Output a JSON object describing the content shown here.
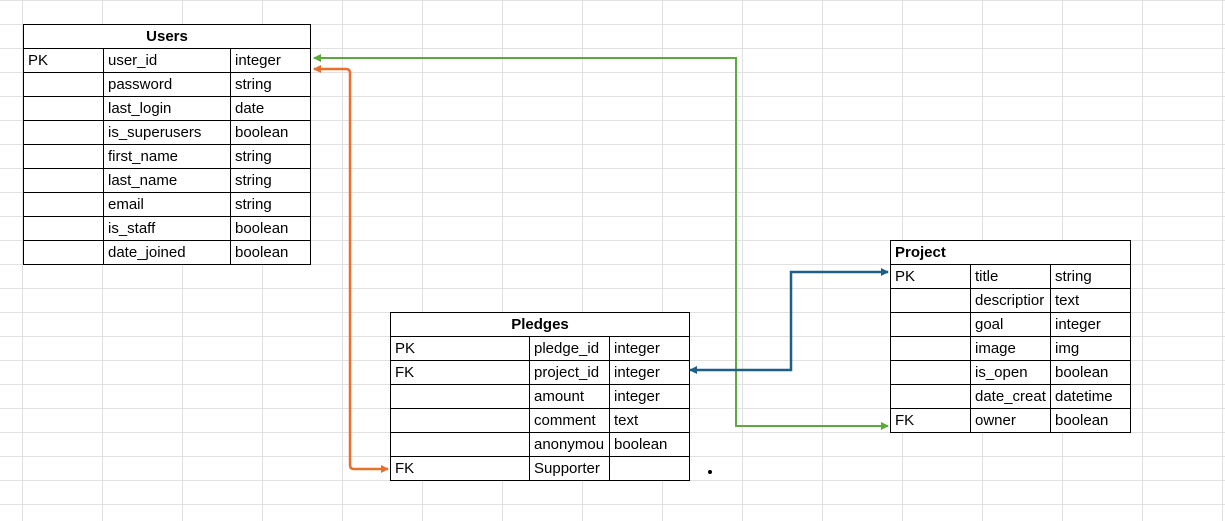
{
  "colors": {
    "grid": "#e1e1e1",
    "users_link": "#5aab3b",
    "supporter_link": "#e8702f",
    "project_link": "#1f5f86"
  },
  "users": {
    "title": "Users",
    "rows": [
      {
        "key": "PK",
        "field": "user_id",
        "type": "integer"
      },
      {
        "key": "",
        "field": "password",
        "type": "string"
      },
      {
        "key": "",
        "field": "last_login",
        "type": "date"
      },
      {
        "key": "",
        "field": "is_superusers",
        "type": "boolean"
      },
      {
        "key": "",
        "field": "first_name",
        "type": "string"
      },
      {
        "key": "",
        "field": "last_name",
        "type": "string"
      },
      {
        "key": "",
        "field": "email",
        "type": "string"
      },
      {
        "key": "",
        "field": "is_staff",
        "type": "boolean"
      },
      {
        "key": "",
        "field": "date_joined",
        "type": "boolean"
      }
    ]
  },
  "pledges": {
    "title": "Pledges",
    "rows": [
      {
        "key": "PK",
        "field": "pledge_id",
        "type": "integer"
      },
      {
        "key": "FK",
        "field": "project_id",
        "type": "integer"
      },
      {
        "key": "",
        "field": "amount",
        "type": "integer"
      },
      {
        "key": "",
        "field": "comment",
        "type": "text"
      },
      {
        "key": "",
        "field": "anonymou",
        "type": "boolean"
      },
      {
        "key": "FK",
        "field": "Supporter",
        "type": ""
      }
    ]
  },
  "project": {
    "title": "Project",
    "rows": [
      {
        "key": "PK",
        "field": "title",
        "type": "string"
      },
      {
        "key": "",
        "field": "descriptior",
        "type": "text"
      },
      {
        "key": "",
        "field": "goal",
        "type": "integer"
      },
      {
        "key": "",
        "field": "image",
        "type": "img"
      },
      {
        "key": "",
        "field": "is_open",
        "type": "boolean"
      },
      {
        "key": "",
        "field": "date_creat",
        "type": "datetime"
      },
      {
        "key": "FK",
        "field": "owner",
        "type": "boolean"
      }
    ]
  }
}
